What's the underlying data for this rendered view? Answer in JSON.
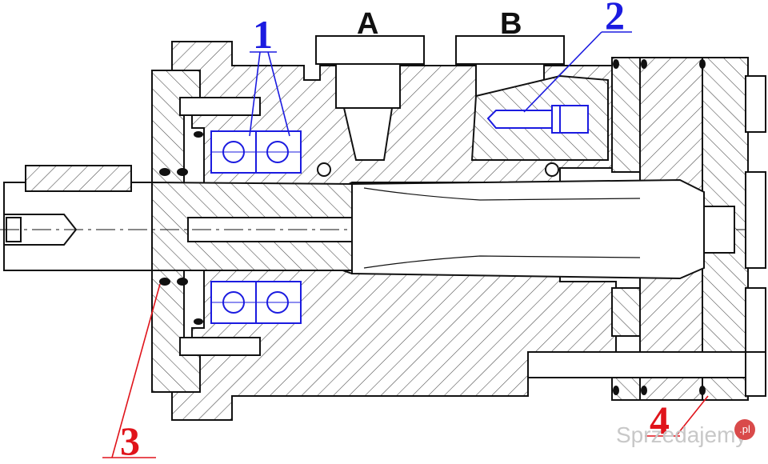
{
  "ports": {
    "a": "A",
    "b": "B"
  },
  "callouts": {
    "c1": "1",
    "c2": "2",
    "c3": "3",
    "c4": "4"
  },
  "watermark": {
    "text": "Sprzedajemy",
    "badge": ".pl"
  },
  "colors": {
    "line": "#111111",
    "blue": "#1b1be0",
    "red": "#e0141b",
    "hatch": "#333333"
  }
}
